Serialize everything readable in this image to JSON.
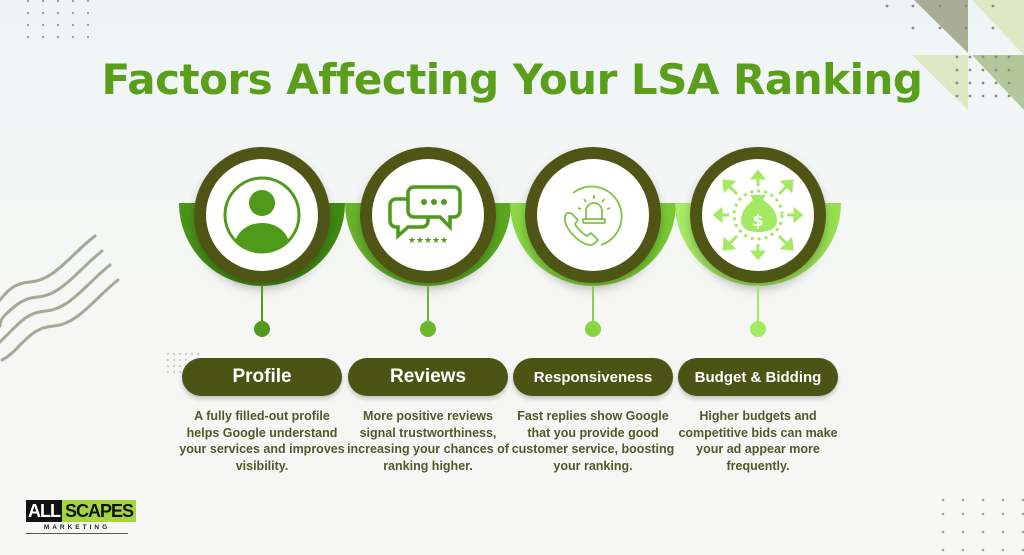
{
  "title": "Factors Affecting Your LSA Ranking",
  "colors": {
    "title": "#5a9e1c",
    "pill_bg": "#4c5415",
    "ring": "#4e5515",
    "desc_text": "#4e5a2a"
  },
  "factors": [
    {
      "label": "Profile",
      "icon": "user-profile-icon",
      "accent": "#4f9a1a",
      "description": "A fully filled-out profile helps Google understand your services and improves visibility."
    },
    {
      "label": "Reviews",
      "icon": "chat-reviews-stars-icon",
      "accent": "#6cb62e",
      "description": "More positive reviews signal trustworthiness, increasing your chances of ranking higher."
    },
    {
      "label": "Responsiveness",
      "icon": "phone-alarm-icon",
      "accent": "#86d443",
      "description": "Fast replies show Google that you provide good customer service, boosting your ranking."
    },
    {
      "label": "Budget & Bidding",
      "icon": "money-bag-arrows-icon",
      "accent": "#a3ea62",
      "description": "Higher budgets and competitive bids can make your ad appear more frequently."
    }
  ],
  "logo": {
    "part1": "ALL",
    "part2": "SCAPES",
    "sub": "MARKETING"
  }
}
